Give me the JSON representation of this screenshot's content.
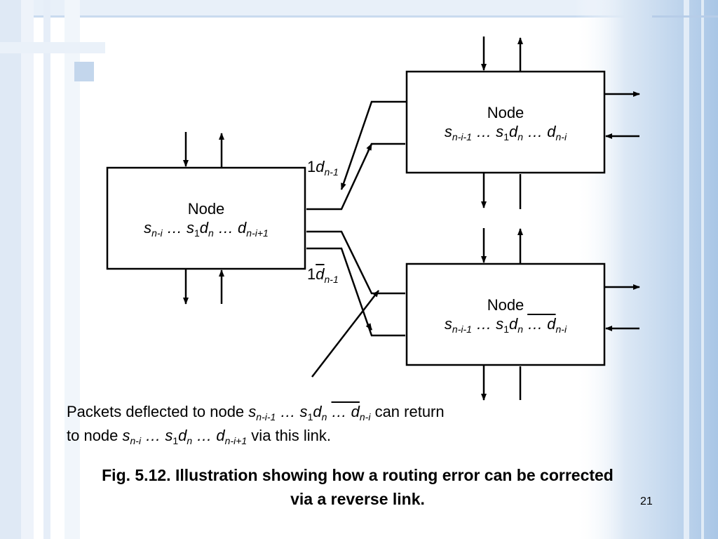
{
  "diagram": {
    "nodes": [
      {
        "id": "left-node",
        "title": "Node",
        "label": {
          "a": "s",
          "a_sub": "n-i",
          "b": "… s",
          "b_sub": "1",
          "c": "d",
          "c_sub": "n",
          "d": "… d",
          "d_sub": "n-i+1"
        }
      },
      {
        "id": "top-right-node",
        "title": "Node",
        "label": {
          "a": "s",
          "a_sub": "n-i-1",
          "b": "… s",
          "b_sub": "1",
          "c": "d",
          "c_sub": "n",
          "d": "… d",
          "d_sub": "n-i"
        }
      },
      {
        "id": "bottom-right-node",
        "title": "Node",
        "label": {
          "a": "s",
          "a_sub": "n-i-1",
          "b": "… s",
          "b_sub": "1",
          "c": "d",
          "c_sub": "n",
          "d": "… d",
          "d_sub": "n-i",
          "d_overline": true
        }
      }
    ],
    "link_labels": [
      {
        "id": "upper-link",
        "prefix": "1",
        "var": "d",
        "sub": "n-1",
        "overline": false
      },
      {
        "id": "lower-link",
        "prefix": "1",
        "var": "d",
        "sub": "n-1",
        "overline": true
      }
    ]
  },
  "caption": {
    "line1_pre": "Packets deflected to node ",
    "line1_post": " can return",
    "line2_pre": "to node ",
    "line2_post": " via this link."
  },
  "figure_caption": "Fig. 5.12. Illustration showing how a routing error can be corrected via a reverse link.",
  "slide_number": "21",
  "colors": {
    "bg_blue": "#c5d9ee",
    "bg_light": "#e3edf8",
    "line": "#000000"
  }
}
